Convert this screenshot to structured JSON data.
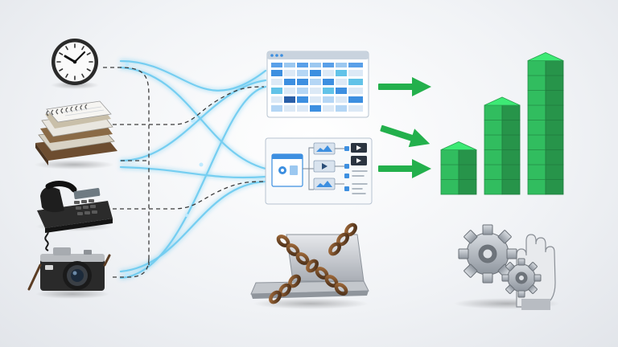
{
  "icons": {
    "legacy_sources": [
      "clock-icon",
      "notebook-stack-icon",
      "desk-phone-icon",
      "camera-icon"
    ],
    "digital_outputs": [
      "calendar-grid-icon",
      "media-flowchart-icon"
    ],
    "blocked": "chained-laptop-icon",
    "result": "growth-bar-chart-icon",
    "automation": "gear-hand-icon"
  },
  "colors": {
    "flow_glow": "#5fc7f0",
    "growth_green": "#2fb45a",
    "arrow_green": "#23b04c",
    "calendar_blue": "#3d8fe0",
    "dashed_line": "#3c3c3c"
  },
  "chart_data": {
    "type": "bar",
    "categories": [
      "",
      "",
      ""
    ],
    "values": [
      3,
      6,
      9
    ],
    "title": "",
    "xlabel": "",
    "ylabel": "",
    "ylim": [
      0,
      9
    ]
  }
}
